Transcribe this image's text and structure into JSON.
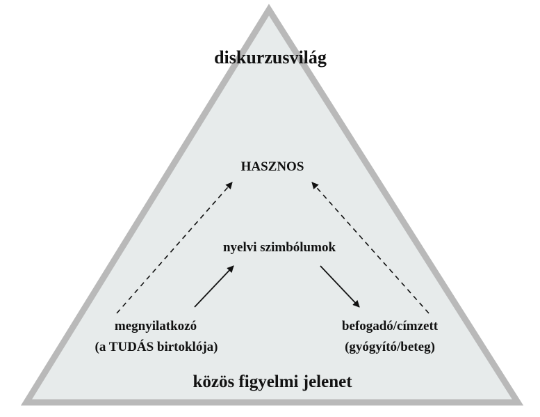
{
  "diagram": {
    "top_label": "diskurzusvilág",
    "goal_label": "HASZNOS",
    "center_label": "nyelvi szimbólumok",
    "left_node": {
      "line1": "megnyilatkozó",
      "line2": "(a TUDÁS birtoklója)"
    },
    "right_node": {
      "line1": "befogadó/címzett",
      "line2": "(gyógyító/beteg)"
    },
    "bottom_label": "közös figyelmi jelenet"
  },
  "colors": {
    "triangle_fill": "#e7ebeb",
    "triangle_border": "#b9b9b9",
    "text": "#111111",
    "arrow": "#111111"
  }
}
